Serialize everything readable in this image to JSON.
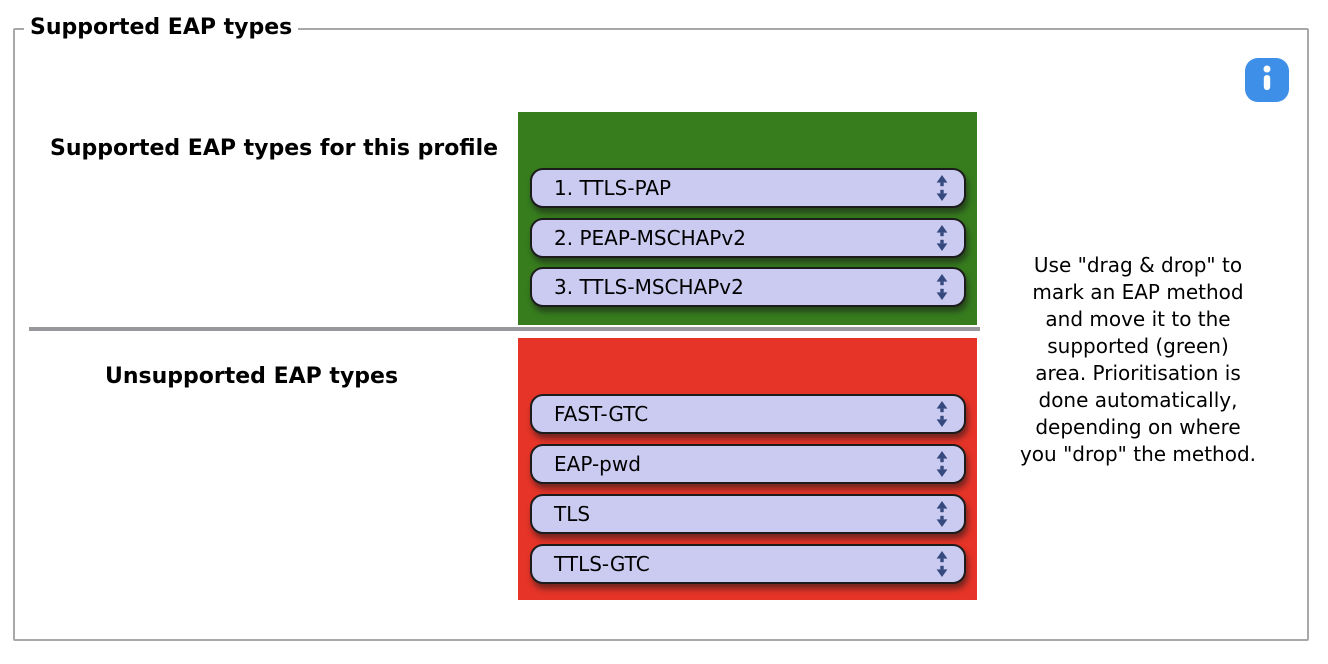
{
  "fieldset": {
    "legend": "Supported EAP types"
  },
  "info_icon": {
    "name": "info",
    "color": "#3d8fe8"
  },
  "supported": {
    "label": "Supported EAP types for this profile",
    "area_color": "#377d1e",
    "items": [
      {
        "label": "1. TTLS-PAP"
      },
      {
        "label": "2. PEAP-MSCHAPv2"
      },
      {
        "label": "3. TTLS-MSCHAPv2"
      }
    ]
  },
  "unsupported": {
    "label": "Unsupported EAP types",
    "area_color": "#e63428",
    "items": [
      {
        "label": "FAST-GTC"
      },
      {
        "label": "EAP-pwd"
      },
      {
        "label": "TLS"
      },
      {
        "label": "TTLS-GTC"
      }
    ]
  },
  "item_style": {
    "background": "#cbcbf2",
    "arrow_color": "#36497e"
  },
  "help_text": "Use \"drag & drop\" to\nmark an EAP method\nand move it to the\nsupported (green)\narea. Prioritisation is\ndone automatically,\ndepending on where\nyou \"drop\" the method."
}
